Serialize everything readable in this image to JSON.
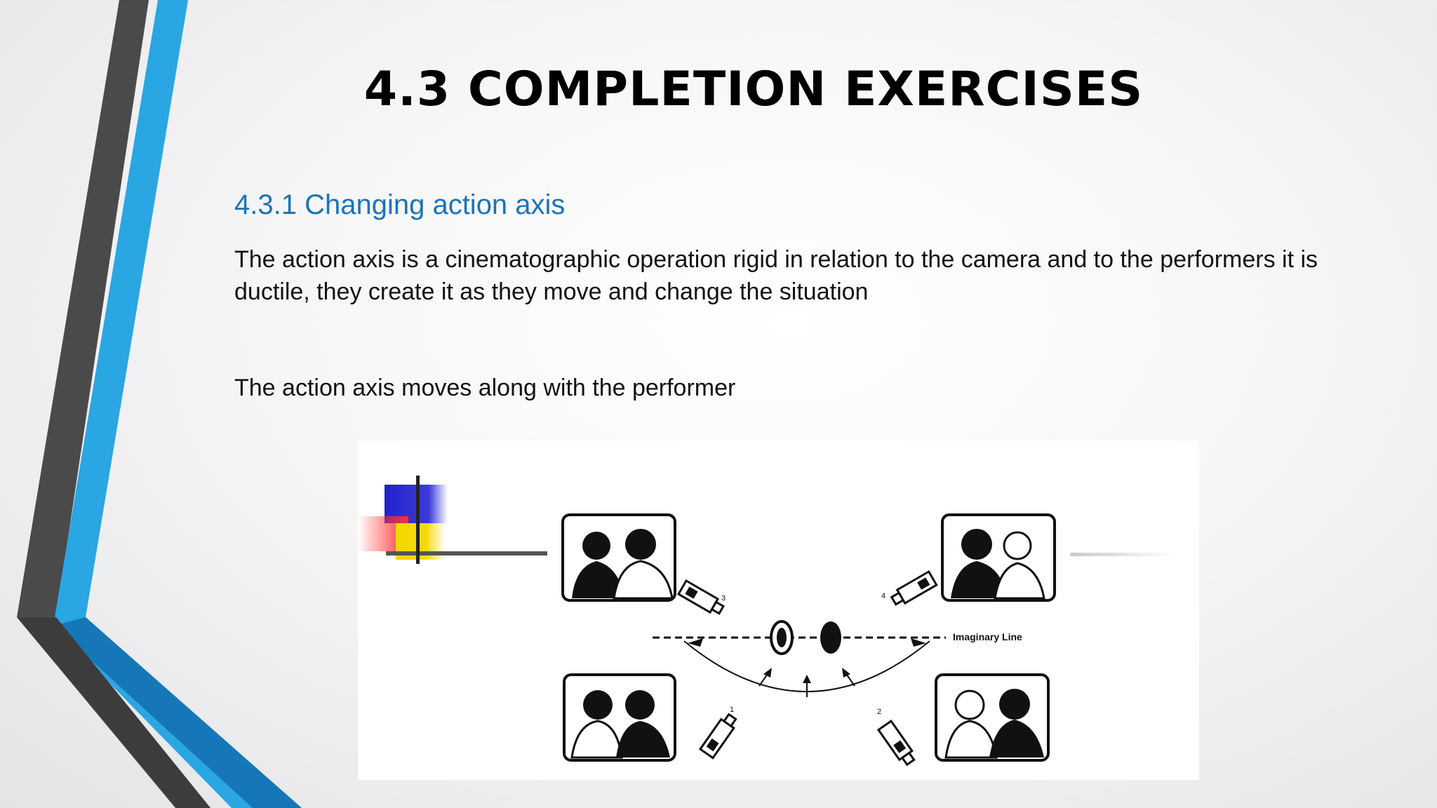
{
  "slide": {
    "title": "4.3 COMPLETION EXERCISES",
    "subtitle": "4.3.1 Changing action axis",
    "paragraph1": "The action axis is a cinematographic operation rigid in relation to the camera and to the performers it is ductile, they create it as they move and change the situation",
    "paragraph2": "The action axis moves along with the performer"
  },
  "figure": {
    "line_label": "Imaginary Line",
    "camera_numbers": [
      "3",
      "4",
      "1",
      "2"
    ]
  },
  "colors": {
    "accent_blue": "#2aa6e2",
    "deep_blue": "#1677b8",
    "dark_gray": "#4a4a4a",
    "subtitle_blue": "#1b74b8"
  }
}
